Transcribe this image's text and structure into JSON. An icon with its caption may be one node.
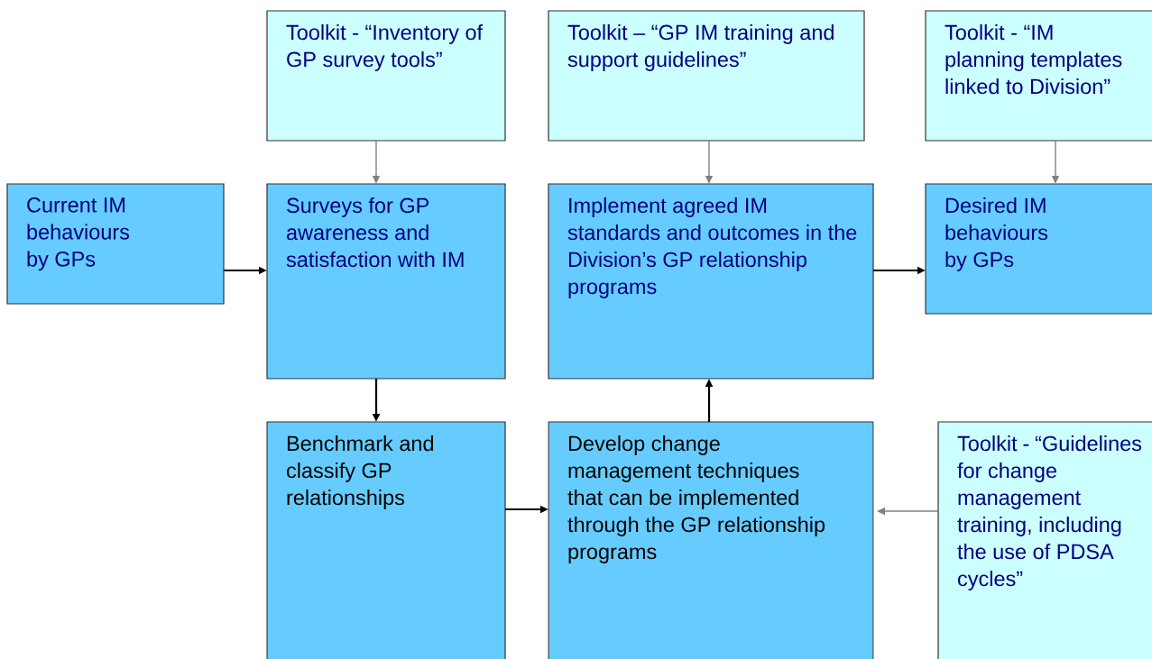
{
  "diagram": {
    "nodes": [
      {
        "text": [
          "Toolkit - “Inventory of GP survey tools”"
        ]
      },
      {
        "text": [
          "Toolkit – “GP IM training and support guidelines”"
        ]
      },
      {
        "text": [
          "Toolkit - “IM planning templates linked to Division”"
        ]
      },
      {
        "text": [
          "Current IM behaviours by GPs"
        ]
      },
      {
        "text": [
          "Surveys for GP awareness and satisfaction with IM"
        ]
      },
      {
        "text": [
          "Implement agreed IM standards and outcomes in the Division’s GP relationship programs"
        ]
      },
      {
        "text": [
          "Desired IM behaviours by GPs"
        ]
      },
      {
        "text": [
          "Benchmark and classify GP relationships"
        ]
      },
      {
        "text": [
          "Develop change management techniques that can be implemented through the GP relationship programs"
        ]
      },
      {
        "text": [
          "Toolkit - “Guidelines for change management training, including the use of PDSA cycles”"
        ]
      }
    ],
    "edges": [
      {
        "from": 3,
        "to": 4,
        "arrow": "to"
      },
      {
        "from": 4,
        "to": 7,
        "arrow": "to"
      },
      {
        "from": 7,
        "to": 8,
        "arrow": "to"
      },
      {
        "from": 8,
        "to": 5,
        "arrow": "to"
      },
      {
        "from": 5,
        "to": 6,
        "arrow": "to"
      },
      {
        "from": 0,
        "to": 4,
        "arrow": "to",
        "color": "#808080"
      },
      {
        "from": 1,
        "to": 5,
        "arrow": "to",
        "color": "#808080"
      },
      {
        "from": 2,
        "to": 6,
        "arrow": "to",
        "color": "#808080"
      },
      {
        "from": 9,
        "to": 8,
        "arrow": "to",
        "color": "#808080"
      }
    ]
  }
}
